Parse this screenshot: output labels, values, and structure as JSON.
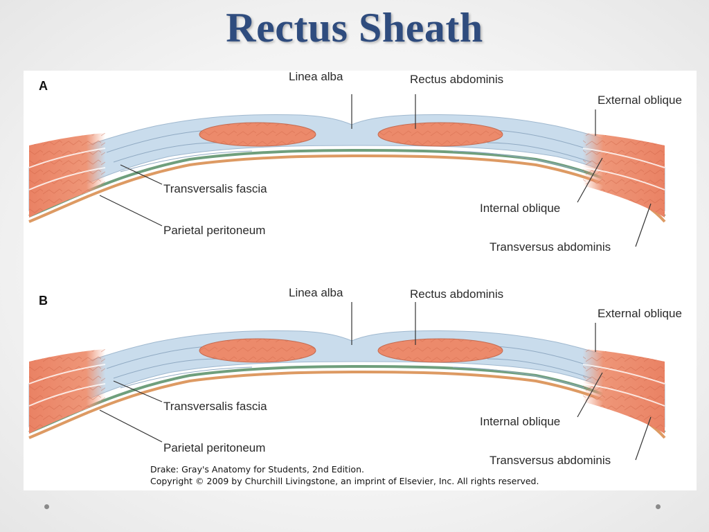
{
  "slide": {
    "title": "Rectus Sheath"
  },
  "panels": [
    {
      "letter": "A",
      "labels": {
        "linea_alba": "Linea alba",
        "rectus_abdominis": "Rectus abdominis",
        "external_oblique": "External oblique",
        "internal_oblique": "Internal oblique",
        "transversus_abdominis": "Transversus abdominis",
        "transversalis_fascia": "Transversalis fascia",
        "parietal_peritoneum": "Parietal peritoneum"
      }
    },
    {
      "letter": "B",
      "labels": {
        "linea_alba": "Linea alba",
        "rectus_abdominis": "Rectus abdominis",
        "external_oblique": "External oblique",
        "internal_oblique": "Internal oblique",
        "transversus_abdominis": "Transversus abdominis",
        "transversalis_fascia": "Transversalis fascia",
        "parietal_peritoneum": "Parietal peritoneum"
      }
    }
  ],
  "credit": {
    "line1": "Drake: Gray's Anatomy for Students, 2nd Edition.",
    "line2": "Copyright © 2009 by Churchill Livingstone, an imprint of Elsevier, Inc. All rights reserved."
  },
  "colors": {
    "title": "#2f4c7e",
    "muscle": "#ec8a6b",
    "aponeurosis": "#c9dcec",
    "fascia_green": "#6f9f7c",
    "peritoneum_orange": "#dd9a63"
  }
}
